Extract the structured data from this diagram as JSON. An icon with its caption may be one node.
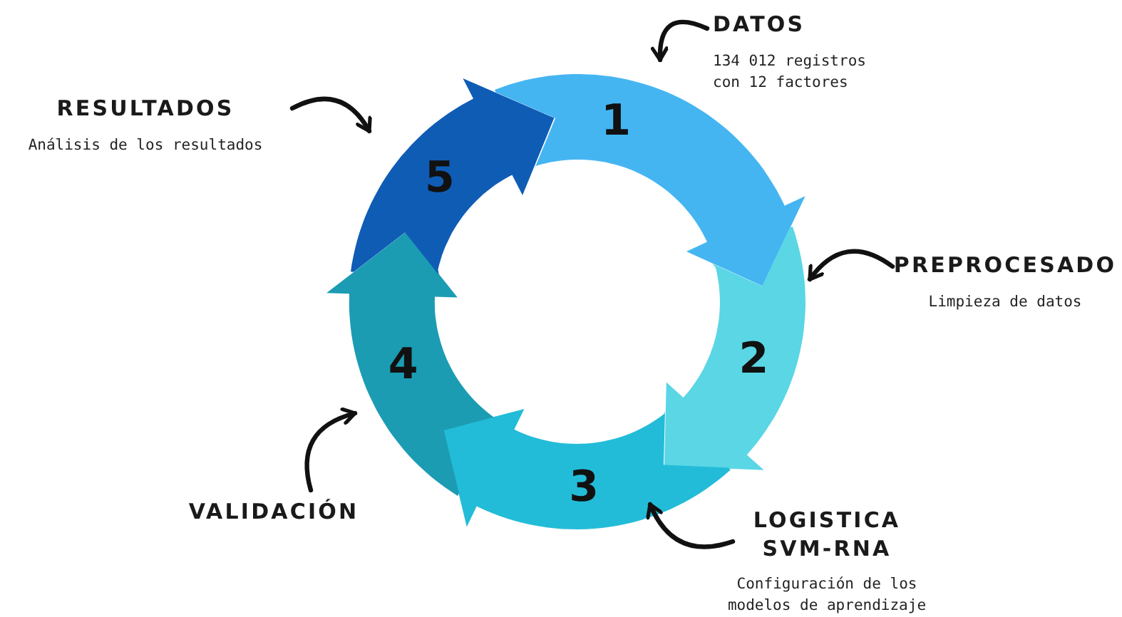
{
  "diagram": {
    "nodes": [
      {
        "text": [
          "DATOS",
          "134 012 registros con 12 factores"
        ]
      },
      {
        "text": [
          "1"
        ]
      },
      {
        "text": [
          "PREPROCESADO",
          "Limpieza de datos"
        ]
      },
      {
        "text": [
          "2"
        ]
      },
      {
        "text": [
          "LOGISTICA SVM-RNA",
          "Configuración de los modelos de aprendizaje"
        ]
      },
      {
        "text": [
          "3"
        ]
      },
      {
        "text": [
          "VALIDACIÓN"
        ]
      },
      {
        "text": [
          "4"
        ]
      },
      {
        "text": [
          "RESULTADOS",
          "Análisis de los resultados"
        ]
      },
      {
        "text": [
          "5"
        ]
      }
    ],
    "edges": [
      {
        "from": 0,
        "to": 1,
        "arrow": "to"
      },
      {
        "from": 2,
        "to": 3,
        "arrow": "to"
      },
      {
        "from": 4,
        "to": 5,
        "arrow": "to"
      },
      {
        "from": 6,
        "to": 7,
        "arrow": "to"
      },
      {
        "from": 8,
        "to": 9,
        "arrow": "to"
      }
    ]
  }
}
